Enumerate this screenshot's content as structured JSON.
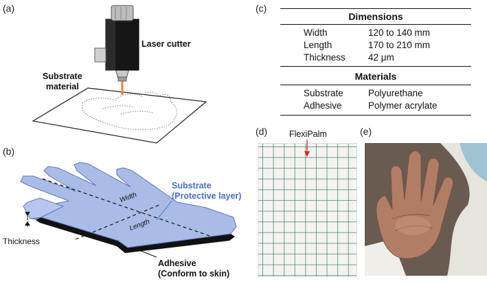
{
  "panels": {
    "a": "(a)",
    "b": "(b)",
    "c": "(c)",
    "d": "(d)",
    "e": "(e)"
  },
  "panel_a": {
    "laser_label": "Laser cutter",
    "substrate_label_line1": "Substrate",
    "substrate_label_line2": "material"
  },
  "panel_b": {
    "substrate_line1": "Substrate",
    "substrate_line2": "(Protective layer)",
    "width_label": "Width",
    "length_label": "Length",
    "thickness_label": "Thickness",
    "adhesive_line1": "Adhesive",
    "adhesive_line2": "(Conform to skin)"
  },
  "panel_c": {
    "dimensions_header": "Dimensions",
    "dimensions": [
      {
        "name": "Width",
        "value": "120 to 140 mm"
      },
      {
        "name": "Length",
        "value": "170 to 210 mm"
      },
      {
        "name": "Thickness",
        "value": "42 μm"
      }
    ],
    "materials_header": "Materials",
    "materials": [
      {
        "name": "Substrate",
        "value": "Polyurethane"
      },
      {
        "name": "Adhesive",
        "value": "Polymer acrylate"
      }
    ]
  },
  "panel_d": {
    "arrow_label": "FlexiPalm"
  },
  "colors": {
    "substrate_blue": "#a9bce8",
    "label_blue": "#4a6fc4",
    "laser_beam": "#e8843a"
  }
}
